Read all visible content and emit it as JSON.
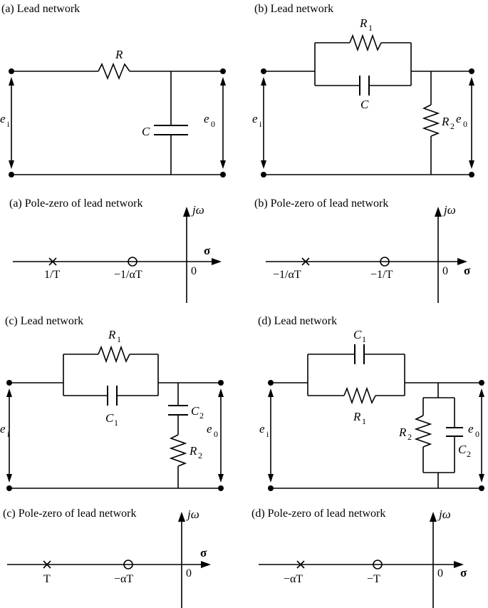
{
  "panels": [
    {
      "circuit_title": "(a) Lead network",
      "polezero_title": "(a) Pole-zero of lead network",
      "circuit_labels": {
        "r": "R",
        "c": "C",
        "ei": "e",
        "ei_sub": "i",
        "eo": "e",
        "eo_sub": "0"
      },
      "polezero": {
        "pole_label": "1/T",
        "zero_label": "−1/αT",
        "origin": "0",
        "jw": "jω",
        "sigma": "σ"
      }
    },
    {
      "circuit_title": "(b)  Lead network",
      "polezero_title": "(b)  Pole-zero of lead network",
      "circuit_labels": {
        "r1": "R",
        "r1_sub": "1",
        "c": "C",
        "r2": "R",
        "r2_sub": "2",
        "ei": "e",
        "ei_sub": "i",
        "eo": "e",
        "eo_sub": "0"
      },
      "polezero": {
        "pole_label": "−1/αT",
        "zero_label": "−1/T",
        "origin": "0",
        "jw": "jω",
        "sigma": "σ"
      }
    },
    {
      "circuit_title": "(c) Lead network",
      "polezero_title": "(c) Pole-zero of lead network",
      "circuit_labels": {
        "r1": "R",
        "r1_sub": "1",
        "c1": "C",
        "c1_sub": "1",
        "c2": "C",
        "c2_sub": "2",
        "r2": "R",
        "r2_sub": "2",
        "ei": "e",
        "ei_sub": "i",
        "eo": "e",
        "eo_sub": "0"
      },
      "polezero": {
        "pole_label": "T",
        "zero_label": "−αT",
        "origin": "0",
        "jw": "jω",
        "sigma": "σ"
      }
    },
    {
      "circuit_title": "(d)  Lead network",
      "polezero_title": "(d)  Pole-zero of lead network",
      "circuit_labels": {
        "c1": "C",
        "c1_sub": "1",
        "r1": "R",
        "r1_sub": "1",
        "r2": "R",
        "r2_sub": "2",
        "c2": "C",
        "c2_sub": "2",
        "ei": "e",
        "ei_sub": "i",
        "eo": "e",
        "eo_sub": "0"
      },
      "polezero": {
        "pole_label": "−αT",
        "zero_label": "−T",
        "origin": "0",
        "jw": "jω",
        "sigma": "σ"
      }
    }
  ]
}
